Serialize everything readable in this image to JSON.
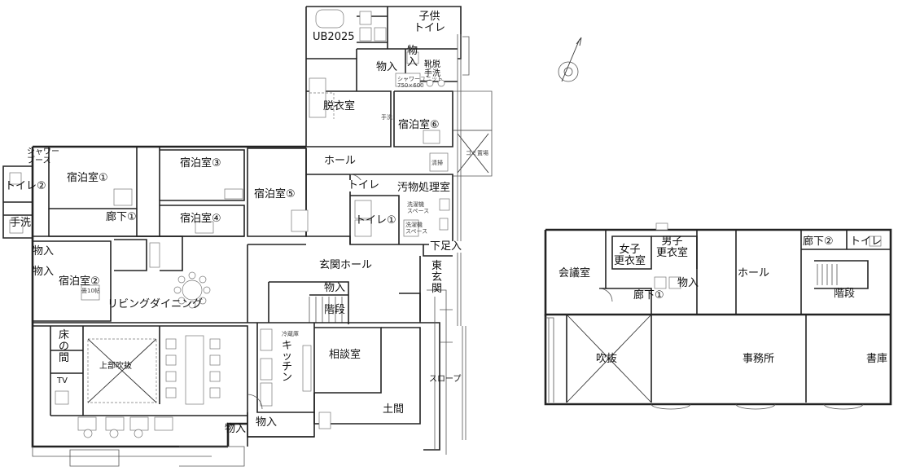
{
  "rooms": {
    "kids_toilet": "子供\nトイレ",
    "ub": "UB2025",
    "storage_bath": "物\n入",
    "storage_upper": "物入",
    "shoe_wash": "靴脱\n手洗",
    "dressing": "脱衣室",
    "guest6": "宿泊室⑥",
    "hall1": "ホール",
    "shower_booth": "シャワー\nブース",
    "toilet2_left": "トイレ②",
    "handwash": "手洗",
    "guest1": "宿泊室①",
    "guest3": "宿泊室③",
    "guest4": "宿泊室④",
    "guest5": "宿泊室⑤",
    "corridor1": "廊下①",
    "toilet_mid": "トイレ",
    "soil_room": "汚物処理室",
    "toilet1": "トイレ①",
    "storage_left1": "物入",
    "storage_left2": "物入",
    "guest2": "宿泊室②",
    "entrance_hall": "玄関ホール",
    "foot_storage": "下足入",
    "east_entrance": "東\n玄\n関",
    "living": "リビングダイニング",
    "storage_stair": "物入",
    "stairs1": "階段",
    "tokonoma": "床\nの\n間",
    "void_upper": "上部吹抜",
    "kitchen": "キッチン",
    "consult": "相談室",
    "slope": "スロープ",
    "doma": "土間",
    "storage_bottom1": "物入",
    "storage_bottom2": "物入",
    "tv": "TV",
    "meeting": "会議室",
    "women_locker": "女子\n更衣室",
    "men_locker": "男子\n更衣室",
    "storage_f2": "物入",
    "hall2": "ホール",
    "corridor2": "廊下②",
    "toilet_f2": "トイレ",
    "corridor1_f2": "廊下①",
    "stairs2": "階段",
    "fukinuke": "吹抜",
    "office": "事務所",
    "library": "書庫"
  },
  "fixture_notes": {
    "washer1": "洗濯機\nスペース",
    "washer2": "洗濯機\nスペース",
    "handwash_small": "手洗",
    "shower_note": "シャワーユニット\n750×600",
    "kitchen_fridge": "冷蔵庫",
    "garbage": "ゴミ置場",
    "cleaning": "清掃",
    "tatami_note": "畳10帖"
  }
}
